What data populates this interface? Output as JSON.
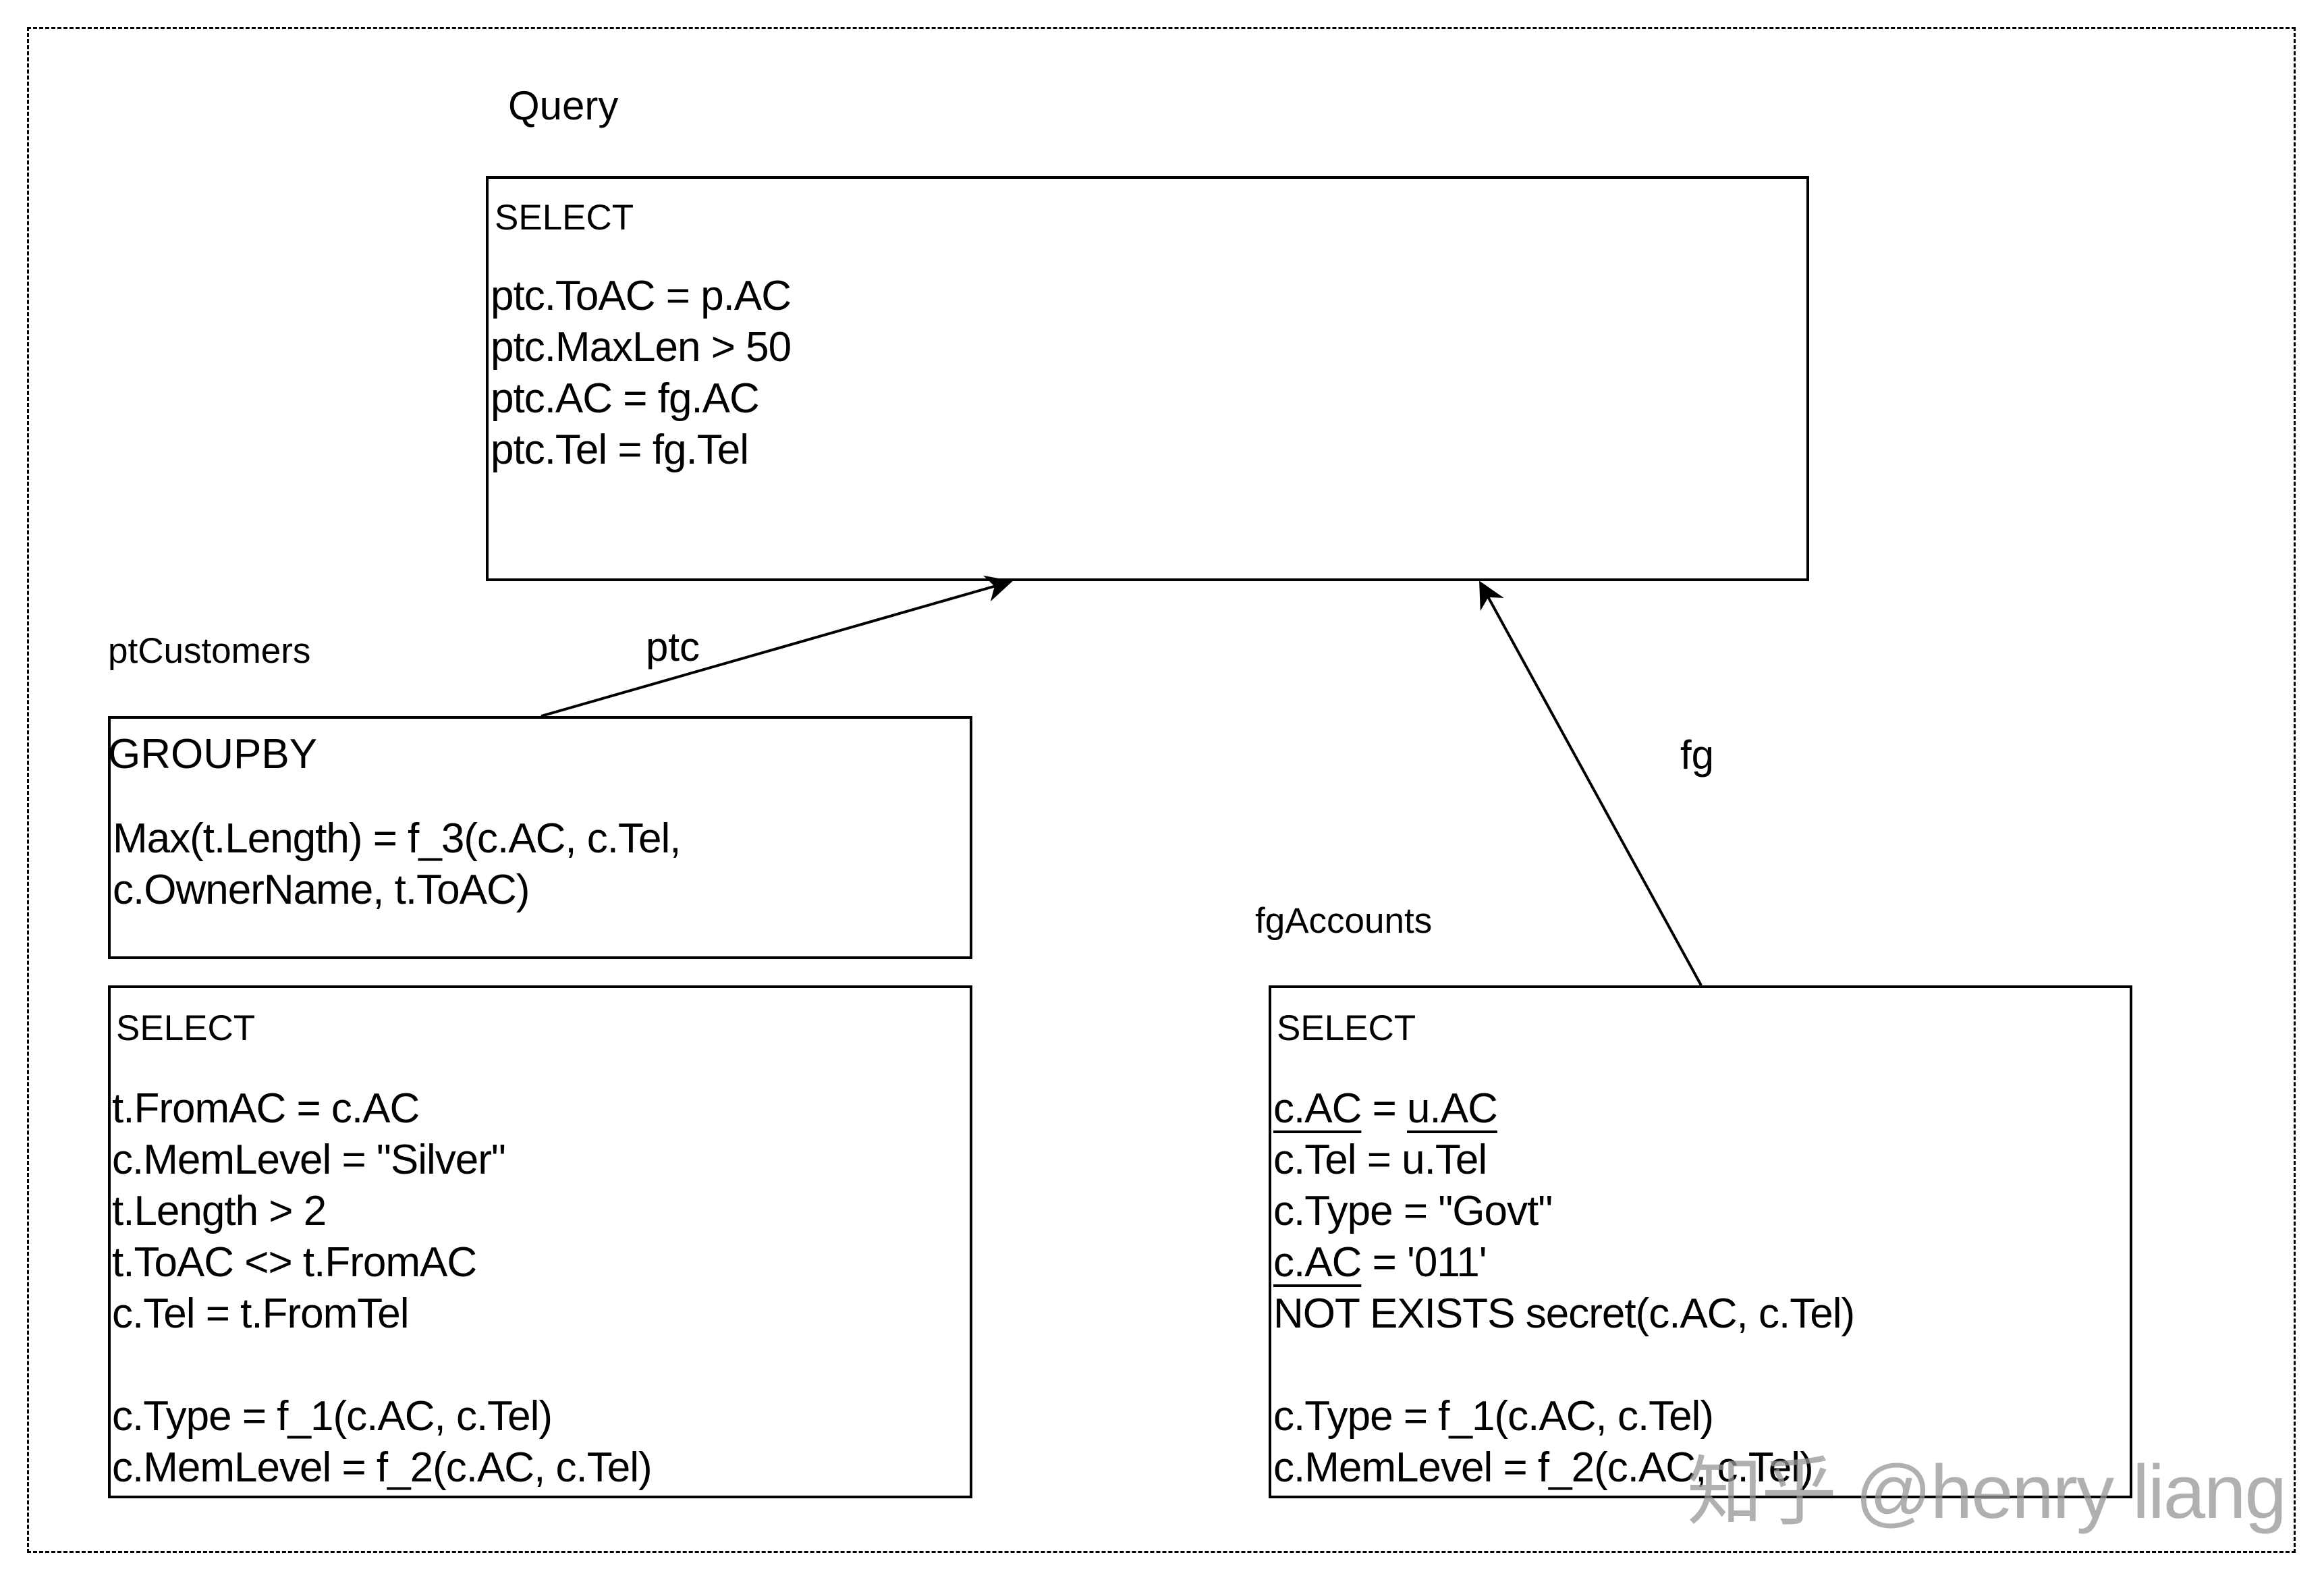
{
  "query": {
    "title": "Query",
    "header": "SELECT",
    "lines": [
      "ptc.ToAC = p.AC",
      "ptc.MaxLen > 50",
      "ptc.AC = fg.AC",
      "ptc.Tel = fg.Tel"
    ]
  },
  "ptCustomers": {
    "title": "ptCustomers",
    "edge_label": "ptc",
    "groupby": {
      "header": "GROUPBY",
      "lines": [
        "Max(t.Length) = f_3(c.AC, c.Tel,",
        "c.OwnerName, t.ToAC)"
      ]
    },
    "select": {
      "header": "SELECT",
      "lines": [
        "t.FromAC = c.AC",
        "c.MemLevel = \"Silver\"",
        "t.Length > 2",
        "t.ToAC <> t.FromAC",
        "c.Tel = t.FromTel",
        "",
        "c.Type = f_1(c.AC, c.Tel)",
        "c.MemLevel = f_2(c.AC, c.Tel)"
      ]
    }
  },
  "fgAccounts": {
    "title": "fgAccounts",
    "edge_label": "fg",
    "select": {
      "header": "SELECT",
      "line1_left": "c.AC",
      "line1_mid": " = ",
      "line1_right": "u.AC",
      "line2": "c.Tel = u.Tel",
      "line3": "c.Type = \"Govt\"",
      "line4_left": "c.AC",
      "line4_rest": " = '011'",
      "line5": "NOT EXISTS secret(c.AC, c.Tel)",
      "line6": "c.Type = f_1(c.AC, c.Tel)",
      "line7": "c.MemLevel = f_2(c.AC, c.Tel)"
    }
  },
  "watermark": "知乎 @henry liang"
}
